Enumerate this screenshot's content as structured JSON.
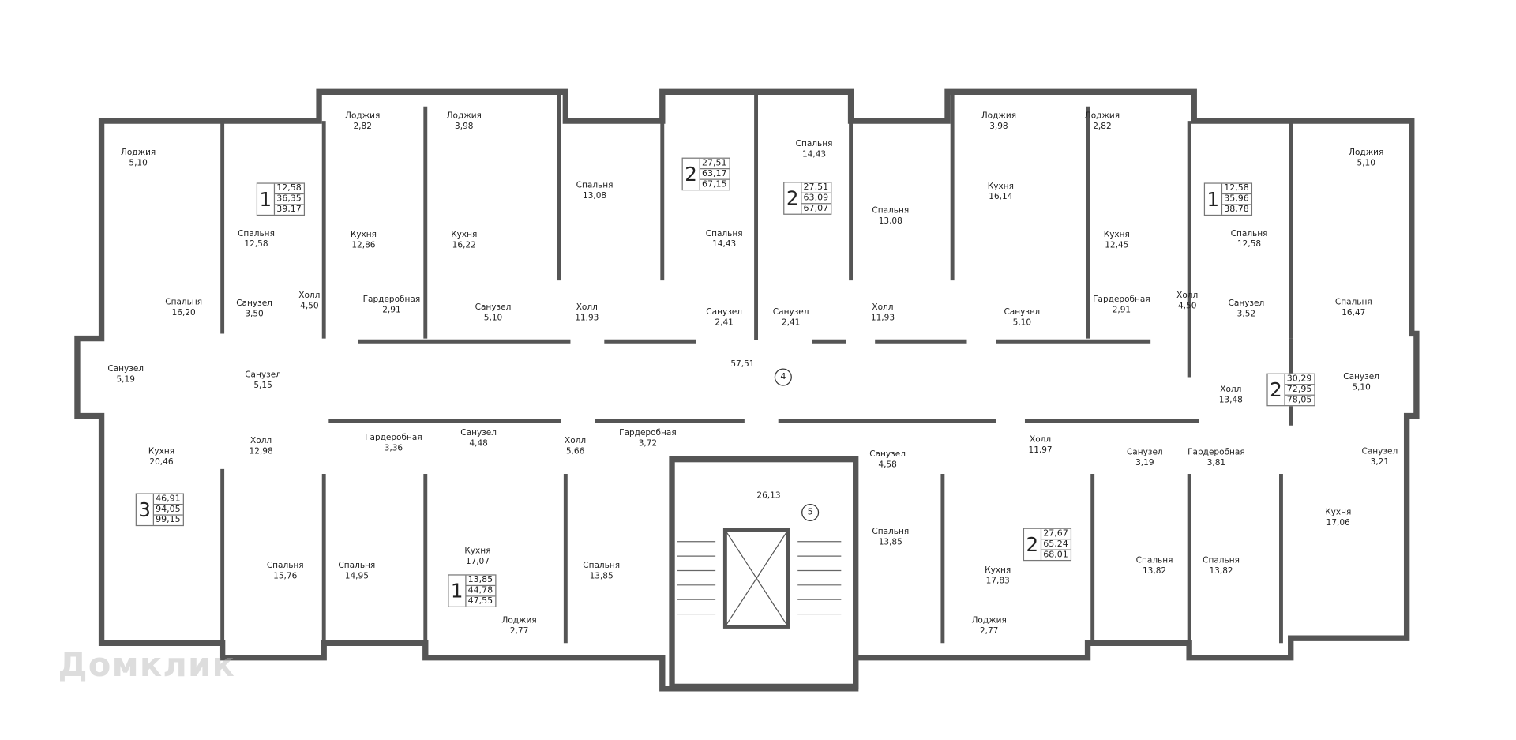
{
  "watermark": "Домклик",
  "colors": {
    "wall": "#555555",
    "line": "#333333",
    "background": "#ffffff"
  },
  "sections": [
    "4",
    "5"
  ],
  "rooms": [
    {
      "name": "Лоджия",
      "area": "5,10"
    },
    {
      "name": "Спальня",
      "area": "12,58"
    },
    {
      "name": "Лоджия",
      "area": "2,82"
    },
    {
      "name": "Лоджия",
      "area": "3,98"
    },
    {
      "name": "Кухня",
      "area": "12,86"
    },
    {
      "name": "Кухня",
      "area": "16,22"
    },
    {
      "name": "Спальня",
      "area": "16,20"
    },
    {
      "name": "Санузел",
      "area": "3,50"
    },
    {
      "name": "Холл",
      "area": "4,50"
    },
    {
      "name": "Гардеробная",
      "area": "2,91"
    },
    {
      "name": "Санузел",
      "area": "5,10"
    },
    {
      "name": "Спальня",
      "area": "13,08"
    },
    {
      "name": "Холл",
      "area": "11,93"
    },
    {
      "name": "Спальня",
      "area": "14,43"
    },
    {
      "name": "Санузел",
      "area": "2,41"
    },
    {
      "name": "Санузел",
      "area": "2,41"
    },
    {
      "name": "Спальня",
      "area": "14,43"
    },
    {
      "name": "Спальня",
      "area": "13,08"
    },
    {
      "name": "Холл",
      "area": "11,93"
    },
    {
      "name": "Лоджия",
      "area": "3,98"
    },
    {
      "name": "Кухня",
      "area": "16,14"
    },
    {
      "name": "Лоджия",
      "area": "2,82"
    },
    {
      "name": "Кухня",
      "area": "12,45"
    },
    {
      "name": "Санузел",
      "area": "5,10"
    },
    {
      "name": "Гардеробная",
      "area": "2,91"
    },
    {
      "name": "Холл",
      "area": "4,50"
    },
    {
      "name": "Спальня",
      "area": "12,58"
    },
    {
      "name": "Санузел",
      "area": "3,52"
    },
    {
      "name": "Лоджия",
      "area": "5,10"
    },
    {
      "name": "Спальня",
      "area": "16,47"
    },
    {
      "name": "",
      "area": "57,51"
    },
    {
      "name": "Санузел",
      "area": "5,19"
    },
    {
      "name": "Санузел",
      "area": "5,15"
    },
    {
      "name": "Кухня",
      "area": "20,46"
    },
    {
      "name": "Холл",
      "area": "12,98"
    },
    {
      "name": "Гардеробная",
      "area": "3,36"
    },
    {
      "name": "Санузел",
      "area": "4,48"
    },
    {
      "name": "Холл",
      "area": "5,66"
    },
    {
      "name": "Гардеробная",
      "area": "3,72"
    },
    {
      "name": "",
      "area": "26,13"
    },
    {
      "name": "Санузел",
      "area": "4,58"
    },
    {
      "name": "Холл",
      "area": "11,97"
    },
    {
      "name": "Санузел",
      "area": "3,19"
    },
    {
      "name": "Гардеробная",
      "area": "3,81"
    },
    {
      "name": "Холл",
      "area": "13,48"
    },
    {
      "name": "Санузел",
      "area": "5,10"
    },
    {
      "name": "Санузел",
      "area": "3,21"
    },
    {
      "name": "Кухня",
      "area": "17,06"
    },
    {
      "name": "Спальня",
      "area": "15,76"
    },
    {
      "name": "Спальня",
      "area": "14,95"
    },
    {
      "name": "Кухня",
      "area": "17,07"
    },
    {
      "name": "Лоджия",
      "area": "2,77"
    },
    {
      "name": "Спальня",
      "area": "13,85"
    },
    {
      "name": "Спальня",
      "area": "13,85"
    },
    {
      "name": "Кухня",
      "area": "17,83"
    },
    {
      "name": "Лоджия",
      "area": "2,77"
    },
    {
      "name": "Спальня",
      "area": "13,82"
    },
    {
      "name": "Спальня",
      "area": "13,82"
    }
  ],
  "units": [
    {
      "rooms": "1",
      "a": "12,58",
      "b": "36,35",
      "c": "39,17"
    },
    {
      "rooms": "2",
      "a": "27,51",
      "b": "63,17",
      "c": "67,15"
    },
    {
      "rooms": "2",
      "a": "27,51",
      "b": "63,09",
      "c": "67,07"
    },
    {
      "rooms": "1",
      "a": "12,58",
      "b": "35,96",
      "c": "38,78"
    },
    {
      "rooms": "2",
      "a": "30,29",
      "b": "72,95",
      "c": "78,05"
    },
    {
      "rooms": "3",
      "a": "46,91",
      "b": "94,05",
      "c": "99,15"
    },
    {
      "rooms": "1",
      "a": "13,85",
      "b": "44,78",
      "c": "47,55"
    },
    {
      "rooms": "2",
      "a": "27,67",
      "b": "65,24",
      "c": "68,01"
    }
  ]
}
